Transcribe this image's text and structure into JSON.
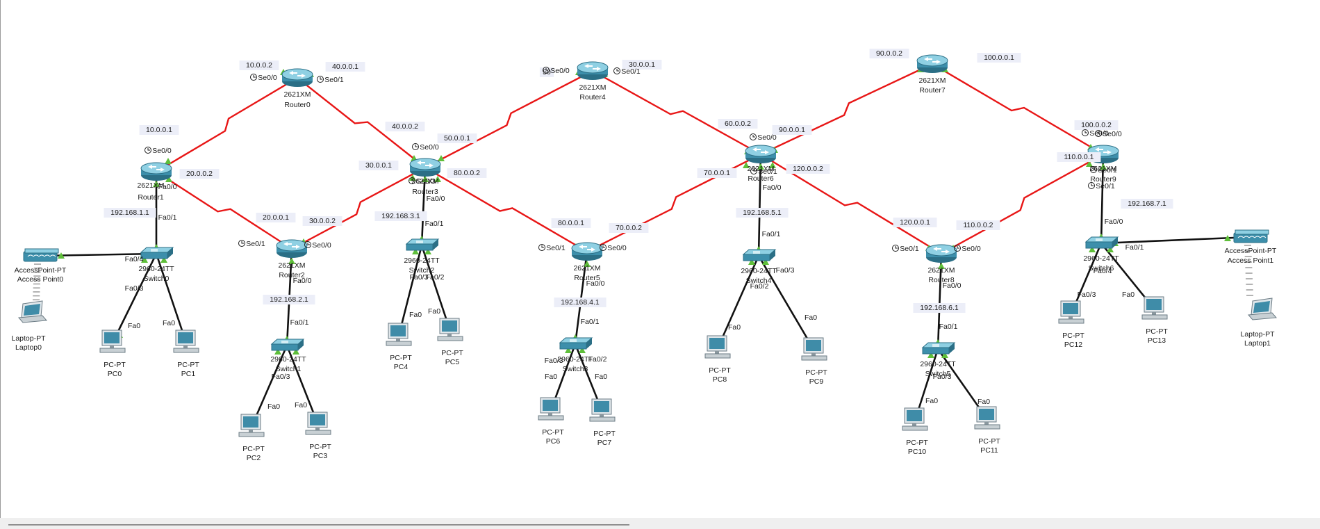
{
  "colors": {
    "serial": "#e81616",
    "ethernet": "#111111",
    "link_up": "#5fbf3a",
    "label_bg": "#eceef8",
    "device": "#3d8fab"
  },
  "nodes": [
    {
      "id": "router0",
      "kind": "router",
      "model": "2621XM",
      "name": "Router0"
    },
    {
      "id": "router1",
      "kind": "router",
      "model": "2621XM",
      "name": "Router1",
      "model_display": "2621XM",
      "name_display": "Router1"
    },
    {
      "id": "router2",
      "kind": "router",
      "model": "2621XM",
      "name": "Router2",
      "name_display": "Router2"
    },
    {
      "id": "router3",
      "kind": "router",
      "model": "2621XM",
      "name": "Router3"
    },
    {
      "id": "router4",
      "kind": "router",
      "model": "2621XM",
      "name": "Router4"
    },
    {
      "id": "router5",
      "kind": "router",
      "model": "2621XM",
      "name": "Router5"
    },
    {
      "id": "router6",
      "kind": "router",
      "model": "2621XM",
      "name": "Router6"
    },
    {
      "id": "router7",
      "kind": "router",
      "model": "2621XM",
      "name": "Router7"
    },
    {
      "id": "router8",
      "kind": "router",
      "model": "2621XM",
      "name": "Router8"
    },
    {
      "id": "router9",
      "kind": "router",
      "model": "2621XM",
      "name": "Router9"
    },
    {
      "id": "switch0",
      "kind": "switch",
      "model": "2960-24TT",
      "name": "Switch0"
    },
    {
      "id": "switch1",
      "kind": "switch",
      "model": "2960-24TT",
      "name": "Switch1"
    },
    {
      "id": "switch2",
      "kind": "switch",
      "model": "2960-24TT",
      "name": "Switch2"
    },
    {
      "id": "switch3",
      "kind": "switch",
      "model": "2960-24TT",
      "name": "Switch3"
    },
    {
      "id": "switch4",
      "kind": "switch",
      "model": "2960-24TT",
      "name": "Switch4"
    },
    {
      "id": "switch5",
      "kind": "switch",
      "model": "2960-24TT",
      "name": "Switch5"
    },
    {
      "id": "switch6",
      "kind": "switch",
      "model": "2960-24TT",
      "name": "Switch6"
    },
    {
      "id": "ap0",
      "kind": "ap",
      "model": "AccessPoint-PT",
      "name": "Access Point0"
    },
    {
      "id": "ap1",
      "kind": "ap",
      "model": "AccessPoint-PT",
      "name": "Access Point1"
    },
    {
      "id": "laptop0",
      "kind": "laptop",
      "model": "Laptop-PT",
      "name": "Laptop0"
    },
    {
      "id": "laptop1",
      "kind": "laptop",
      "model": "Laptop-PT",
      "name": "Laptop1"
    },
    {
      "id": "pc0",
      "kind": "pc",
      "model": "PC-PT",
      "name": "PC0"
    },
    {
      "id": "pc1",
      "kind": "pc",
      "model": "PC-PT",
      "name": "PC1"
    },
    {
      "id": "pc2",
      "kind": "pc",
      "model": "PC-PT",
      "name": "PC2"
    },
    {
      "id": "pc3",
      "kind": "pc",
      "model": "PC-PT",
      "name": "PC3"
    },
    {
      "id": "pc4",
      "kind": "pc",
      "model": "PC-PT",
      "name": "PC4"
    },
    {
      "id": "pc5",
      "kind": "pc",
      "model": "PC-PT",
      "name": "PC5"
    },
    {
      "id": "pc6",
      "kind": "pc",
      "model": "PC-PT",
      "name": "PC6"
    },
    {
      "id": "pc7",
      "kind": "pc",
      "model": "PC-PT",
      "name": "PC7"
    },
    {
      "id": "pc8",
      "kind": "pc",
      "model": "PC-PT",
      "name": "PC8"
    },
    {
      "id": "pc9",
      "kind": "pc",
      "model": "PC-PT",
      "name": "PC9"
    },
    {
      "id": "pc10",
      "kind": "pc",
      "model": "PC-PT",
      "name": "PC10"
    },
    {
      "id": "pc11",
      "kind": "pc",
      "model": "PC-PT",
      "name": "PC11"
    },
    {
      "id": "pc12",
      "kind": "pc",
      "model": "PC-PT",
      "name": "PC12"
    },
    {
      "id": "pc13",
      "kind": "pc",
      "model": "PC-PT",
      "name": "PC13"
    }
  ],
  "links": [
    {
      "from": "router0",
      "to": "router1",
      "type": "serial"
    },
    {
      "from": "router0",
      "to": "router3",
      "type": "serial"
    },
    {
      "from": "router1",
      "to": "router2",
      "type": "serial"
    },
    {
      "from": "router2",
      "to": "router3",
      "type": "serial"
    },
    {
      "from": "router3",
      "to": "router4",
      "type": "serial"
    },
    {
      "from": "router3",
      "to": "router5",
      "type": "serial"
    },
    {
      "from": "router4",
      "to": "router6",
      "type": "serial"
    },
    {
      "from": "router5",
      "to": "router6",
      "type": "serial"
    },
    {
      "from": "router6",
      "to": "router7",
      "type": "serial"
    },
    {
      "from": "router6",
      "to": "router8",
      "type": "serial"
    },
    {
      "from": "router7",
      "to": "router9",
      "type": "serial"
    },
    {
      "from": "router8",
      "to": "router9",
      "type": "serial"
    },
    {
      "from": "router1",
      "to": "switch0",
      "type": "ethernet"
    },
    {
      "from": "router2",
      "to": "switch1",
      "type": "ethernet"
    },
    {
      "from": "router3",
      "to": "switch2",
      "type": "ethernet"
    },
    {
      "from": "router5",
      "to": "switch3",
      "type": "ethernet"
    },
    {
      "from": "router6",
      "to": "switch4",
      "type": "ethernet"
    },
    {
      "from": "router8",
      "to": "switch5",
      "type": "ethernet"
    },
    {
      "from": "router9",
      "to": "switch6",
      "type": "ethernet"
    },
    {
      "from": "ap0",
      "to": "switch0",
      "type": "ethernet"
    },
    {
      "from": "ap1",
      "to": "switch6",
      "type": "ethernet"
    },
    {
      "from": "switch0",
      "to": "pc0",
      "type": "ethernet"
    },
    {
      "from": "switch0",
      "to": "pc1",
      "type": "ethernet"
    },
    {
      "from": "switch1",
      "to": "pc2",
      "type": "ethernet"
    },
    {
      "from": "switch1",
      "to": "pc3",
      "type": "ethernet"
    },
    {
      "from": "switch2",
      "to": "pc4",
      "type": "ethernet"
    },
    {
      "from": "switch2",
      "to": "pc5",
      "type": "ethernet"
    },
    {
      "from": "switch3",
      "to": "pc6",
      "type": "ethernet"
    },
    {
      "from": "switch3",
      "to": "pc7",
      "type": "ethernet"
    },
    {
      "from": "switch4",
      "to": "pc8",
      "type": "ethernet"
    },
    {
      "from": "switch4",
      "to": "pc9",
      "type": "ethernet"
    },
    {
      "from": "switch5",
      "to": "pc10",
      "type": "ethernet"
    },
    {
      "from": "switch5",
      "to": "pc11",
      "type": "ethernet"
    },
    {
      "from": "switch6",
      "to": "pc12",
      "type": "ethernet"
    },
    {
      "from": "switch6",
      "to": "pc13",
      "type": "ethernet"
    },
    {
      "from": "ap0",
      "to": "laptop0",
      "type": "wireless"
    },
    {
      "from": "ap1",
      "to": "laptop1",
      "type": "wireless"
    }
  ],
  "ip_labels": [
    "10.0.0.2",
    "40.0.0.1",
    "10.0.0.1",
    "20.0.0.2",
    "40.0.0.2",
    "50.0.0.1",
    "30.0.0.1",
    "80.0.0.2",
    "20.0.0.1",
    "30.0.0.2",
    "192.168.1.1",
    "192.168.2.1",
    "192.168.3.1",
    "50",
    "30.0.0.1",
    "60.0.0.2",
    "90.0.0.1",
    "70.0.0.1",
    "120.0.0.2",
    "80.0.0.1",
    "70.0.0.2",
    "192.168.4.1",
    "192.168.5.1",
    "90.0.0.2",
    "100.0.0.1",
    "100.0.0.2",
    "110.0.0.1",
    "192.168.7.1",
    "120.0.0.1",
    "110.0.0.2",
    "192.168.6.1"
  ],
  "port_labels": [
    "Se0/0",
    "Se0/1",
    "Se0/0",
    "Fa0/0",
    "Fa0/1",
    "Fa0/4",
    "Fa0/3",
    "Fa0",
    "Fa0",
    "Se0/1",
    "Se0/0",
    "Fa0/0",
    "Fa0/1",
    "Fa0/3",
    "Fa0",
    "Fa0",
    "Se0/0",
    "Se0/3",
    "Fa0/0",
    "Fa0/1",
    "Fa0/3",
    "Fa0/2",
    "Fa0",
    "Fa0",
    "Se0/0",
    "Se0/1",
    "Se0/1",
    "Se0/0",
    "Fa0/0",
    "Fa0/1",
    "Fa0/3",
    "Fa0/2",
    "Fa0",
    "Fa0",
    "Se0/0",
    "Se0/1",
    "Fa0/0",
    "Fa0/1",
    "Fa0/3",
    "Fa0/2",
    "Fa0",
    "Fa0",
    "Se0/0",
    "Se0/1",
    "Se0/1",
    "Se0/0",
    "Fa0/0",
    "Fa0/1",
    "Fa0/3",
    "Fa0",
    "Fa0",
    "Se0/0",
    "Se0/1",
    "Fa0/0",
    "Fa0/1",
    "Fa0/4",
    "Fa0/3",
    "Fa0",
    "Fa0"
  ]
}
